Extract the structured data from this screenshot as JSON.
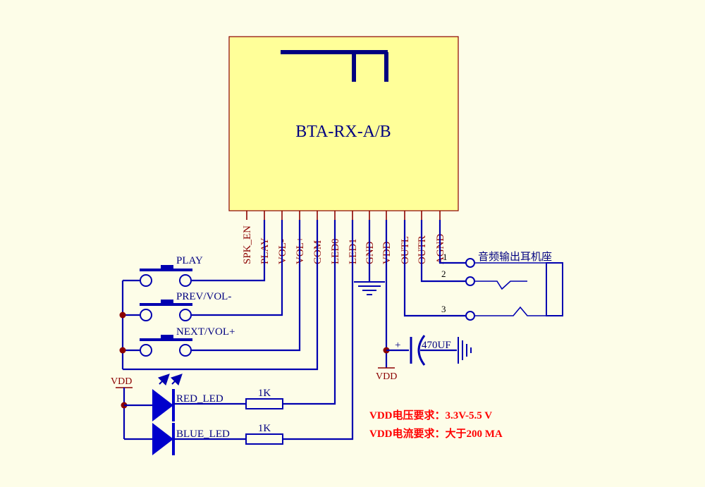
{
  "module": {
    "name": "BTA-RX-A/B",
    "pins": [
      "SPK_EN",
      "PLAY",
      "VOL-",
      "VOL+",
      "COM",
      "LED0",
      "LED1",
      "GND",
      "VDD",
      "OUTL",
      "OUTR",
      "AGND"
    ]
  },
  "buttons": [
    "PLAY",
    "PREV/VOL-",
    "NEXT/VOL+"
  ],
  "leds": {
    "red_label": "RED_LED",
    "blue_label": "BLUE_LED",
    "red_resistor": "1K",
    "blue_resistor": "1K"
  },
  "power": {
    "vdd_left": "VDD",
    "vdd_bottom": "VDD",
    "capacitor": "470UF",
    "cap_plus": "+"
  },
  "jack": {
    "label": "音频输出耳机座",
    "pins": [
      "1",
      "2",
      "3"
    ]
  },
  "notes": {
    "voltage": "VDD电压要求：3.3V-5.5 V",
    "current": "VDD电流要求：大于200 MA"
  },
  "colors": {
    "module_fill": "#ffff99",
    "wire": "#0000b0",
    "pin": "#8b0000",
    "note": "#ff0000",
    "background": "#fdfde8"
  }
}
